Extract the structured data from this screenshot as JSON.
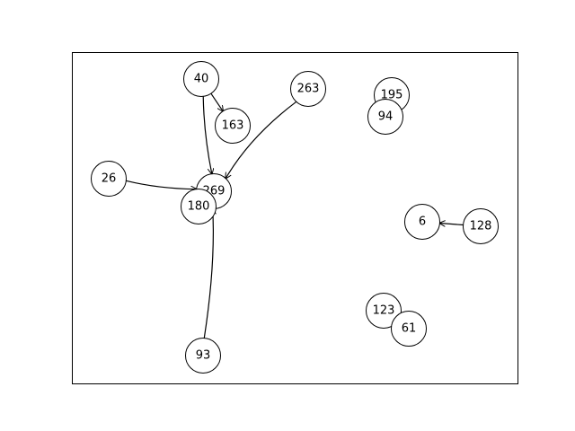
{
  "diagram": {
    "type": "directed-graph",
    "nodes": [
      {
        "id": "40",
        "label": "40"
      },
      {
        "id": "163",
        "label": "163"
      },
      {
        "id": "263",
        "label": "263"
      },
      {
        "id": "195",
        "label": "195"
      },
      {
        "id": "94",
        "label": "94"
      },
      {
        "id": "26",
        "label": "26"
      },
      {
        "id": "269",
        "label": "269"
      },
      {
        "id": "180",
        "label": "180"
      },
      {
        "id": "6",
        "label": "6"
      },
      {
        "id": "128",
        "label": "128"
      },
      {
        "id": "123",
        "label": "123"
      },
      {
        "id": "61",
        "label": "61"
      },
      {
        "id": "93",
        "label": "93"
      }
    ],
    "edges": [
      {
        "from": "40",
        "to": "163"
      },
      {
        "from": "40",
        "to": "269"
      },
      {
        "from": "263",
        "to": "269"
      },
      {
        "from": "26",
        "to": "269"
      },
      {
        "from": "93",
        "to": "269"
      },
      {
        "from": "195",
        "to": "94"
      },
      {
        "from": "128",
        "to": "6"
      },
      {
        "from": "61",
        "to": "123"
      }
    ],
    "colors": {
      "stroke": "#000000",
      "node_fill": "#ffffff",
      "background": "#ffffff"
    }
  }
}
